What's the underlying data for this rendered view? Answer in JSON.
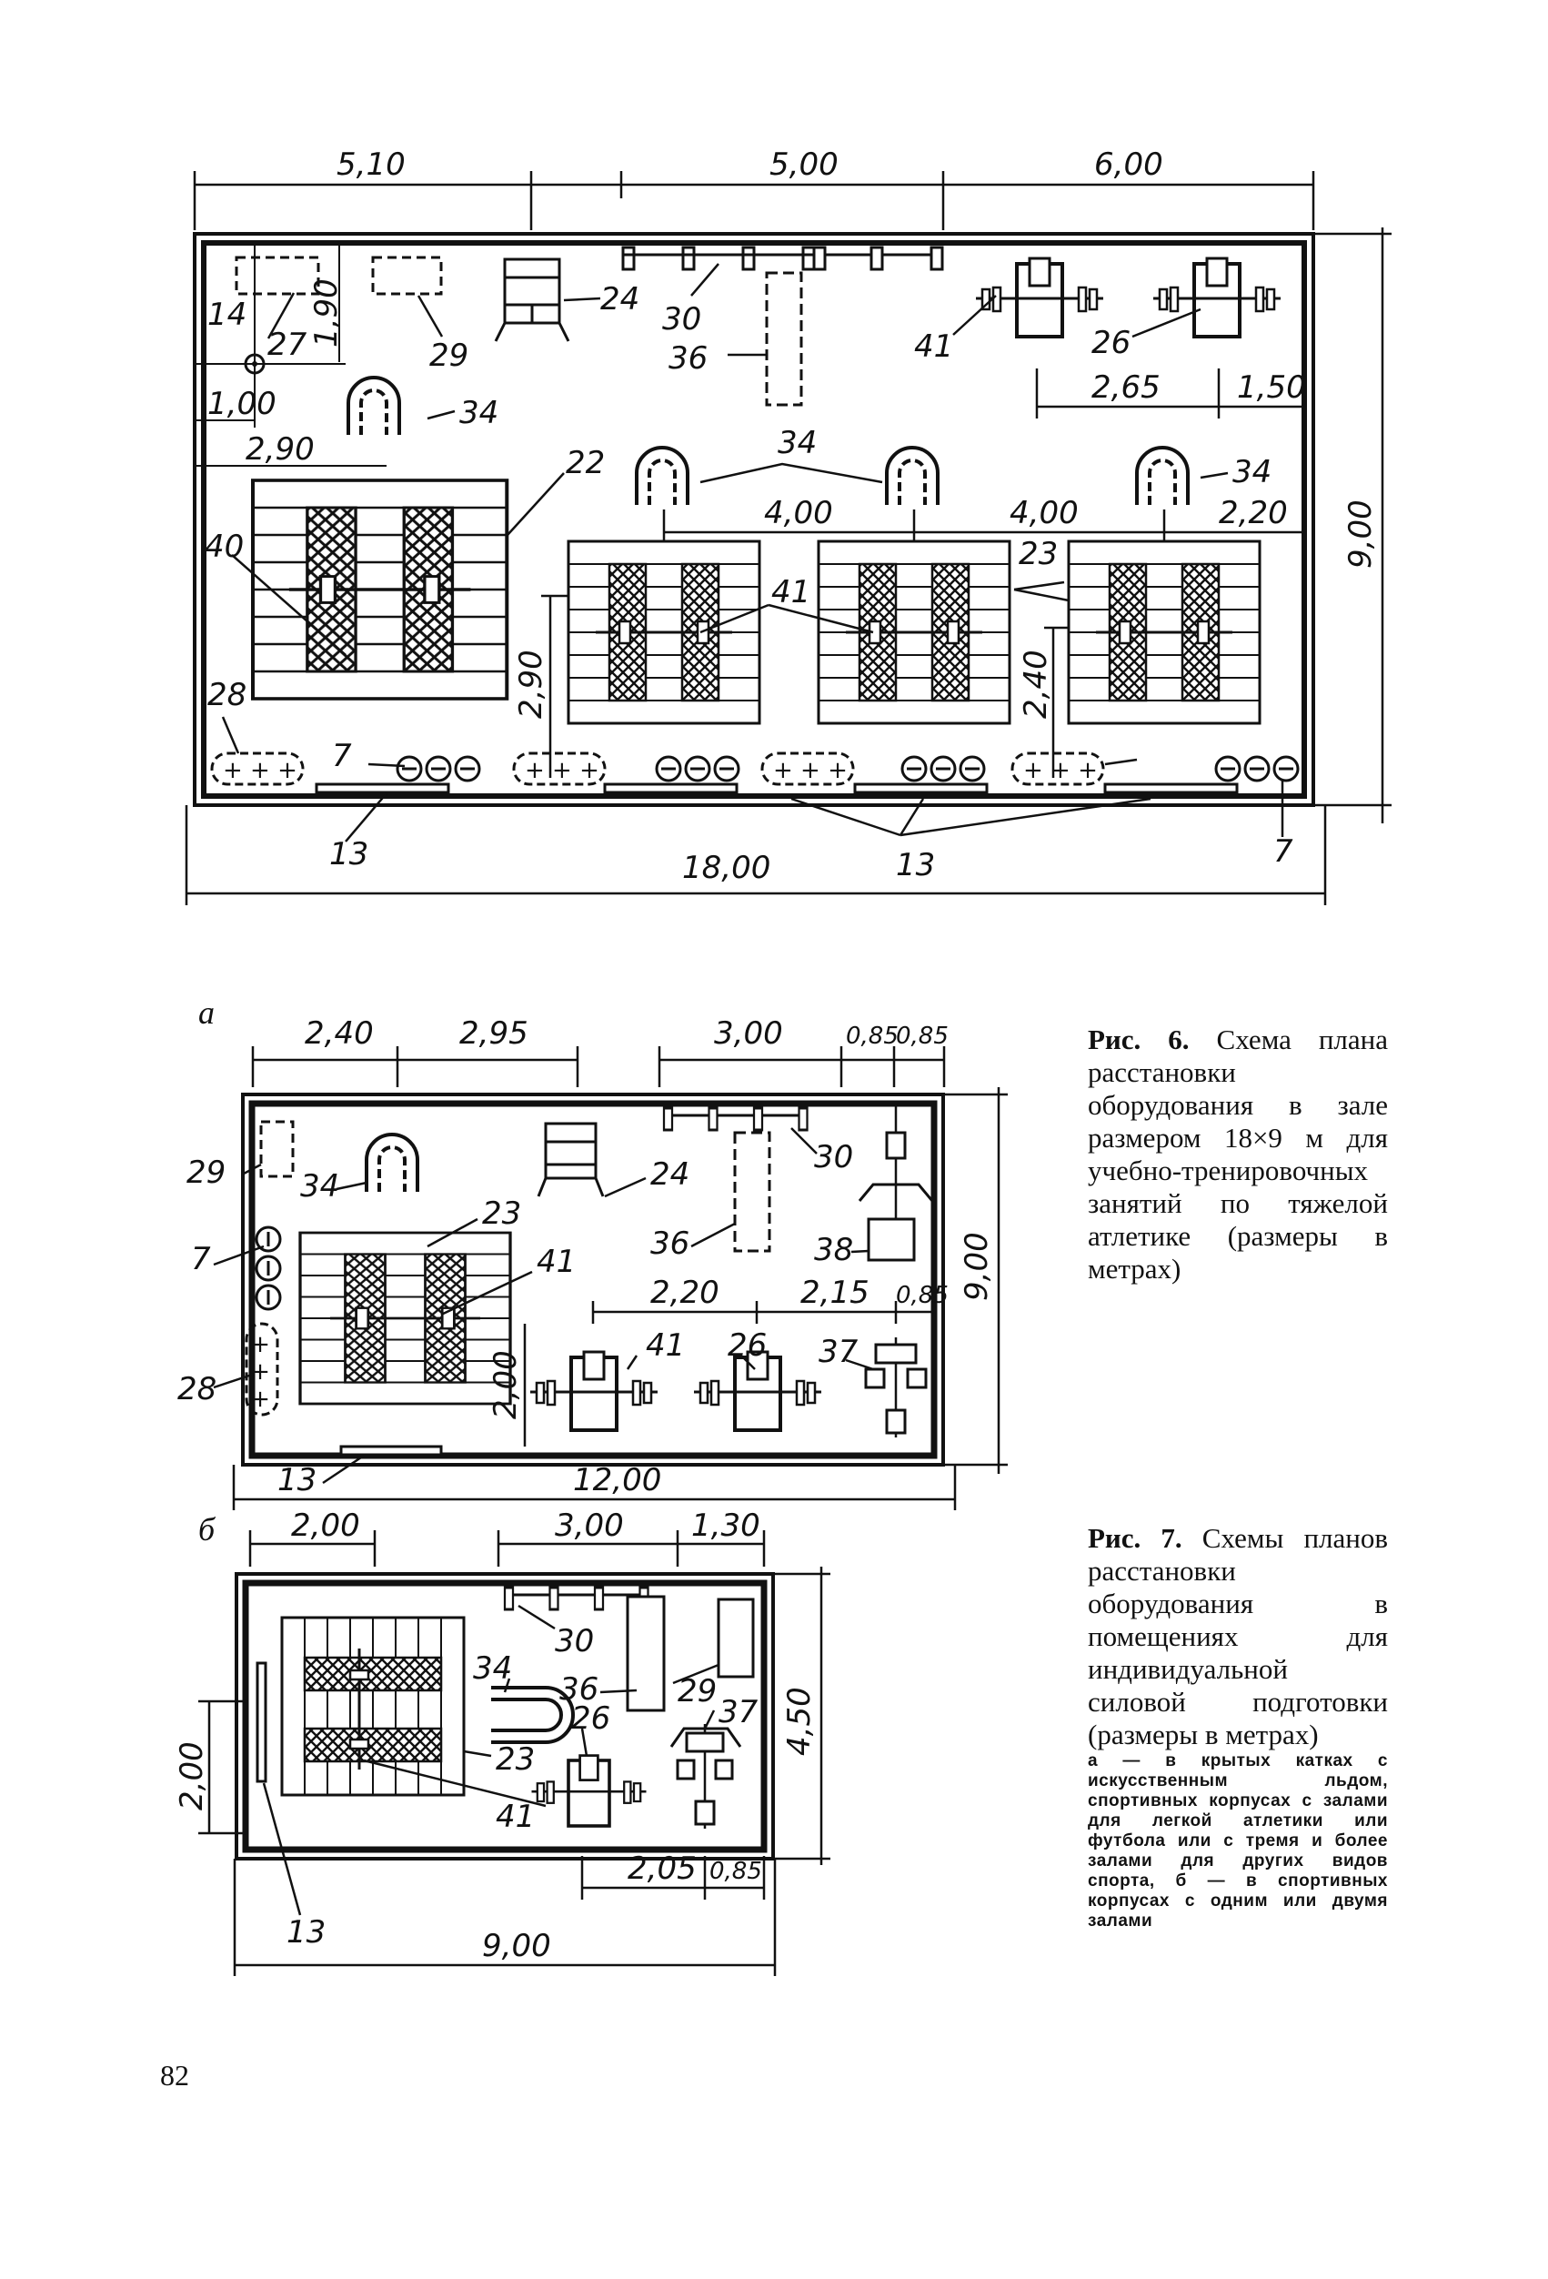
{
  "figure6": {
    "caption_number": "Рис. 6.",
    "caption_text": "Схема плана расстановки оборудования в зале размером 18×9 м для учебно-тренировочных занятий по тяжелой атлетике (размеры в метрах)",
    "dims": {
      "top1": "5,10",
      "top2": "5,00",
      "top3": "6,00",
      "bottom": "18,00",
      "right": "9,00",
      "d190": "1,90",
      "d100": "1,00",
      "d290a": "2,90",
      "d265": "2,65",
      "d150": "1,50",
      "d400a": "4,00",
      "d400b": "4,00",
      "d220": "2,20",
      "d290b": "2,90",
      "d240": "2,40"
    },
    "labels": {
      "l14": "14",
      "l27": "27",
      "l29": "29",
      "l24": "24",
      "l30": "30",
      "l36": "36",
      "l41a": "41",
      "l26": "26",
      "l34a": "34",
      "l34b": "34",
      "l34c": "34",
      "l22": "22",
      "l40": "40",
      "l41b": "41",
      "l23": "23",
      "l28": "28",
      "l7a": "7",
      "l13a": "13",
      "l13b": "13",
      "l7b": "7"
    }
  },
  "figure7": {
    "caption_number": "Рис. 7.",
    "caption_text": "Схемы планов расстановки оборудования в помещениях для индивидуальной силовой подготовки (размеры в метрах)",
    "note": "а — в крытых катках с искусственным льдом, спортивных корпусах с залами для легкой атлетики или футбола или с тремя и более залами для других видов спорта, б — в спортивных корпусах с одним или двумя залами",
    "a": {
      "marker": "а",
      "dims": {
        "t1": "2,40",
        "t2": "2,95",
        "t3": "3,00",
        "t4": "0,85",
        "t5": "0,85",
        "bottom": "12,00",
        "right": "9,00",
        "d220": "2,20",
        "d215": "2,15",
        "d085": "0,85",
        "d200": "2,00"
      },
      "labels": {
        "l29": "29",
        "l34": "34",
        "l24": "24",
        "l30": "30",
        "l23": "23",
        "l7": "7",
        "l36": "36",
        "l38": "38",
        "l41a": "41",
        "l28": "28",
        "l41b": "41",
        "l26": "26",
        "l37": "37",
        "l13": "13"
      }
    },
    "b": {
      "marker": "б",
      "dims": {
        "t1": "2,00",
        "t2": "3,00",
        "t3": "1,30",
        "left": "2,00",
        "right": "4,50",
        "d205": "2,05",
        "d085": "0,85",
        "bottom": "9,00"
      },
      "labels": {
        "l30": "30",
        "l34": "34",
        "l36": "36",
        "l29": "29",
        "l26": "26",
        "l37": "37",
        "l23": "23",
        "l41": "41",
        "l13": "13"
      }
    }
  },
  "page_number": "82"
}
